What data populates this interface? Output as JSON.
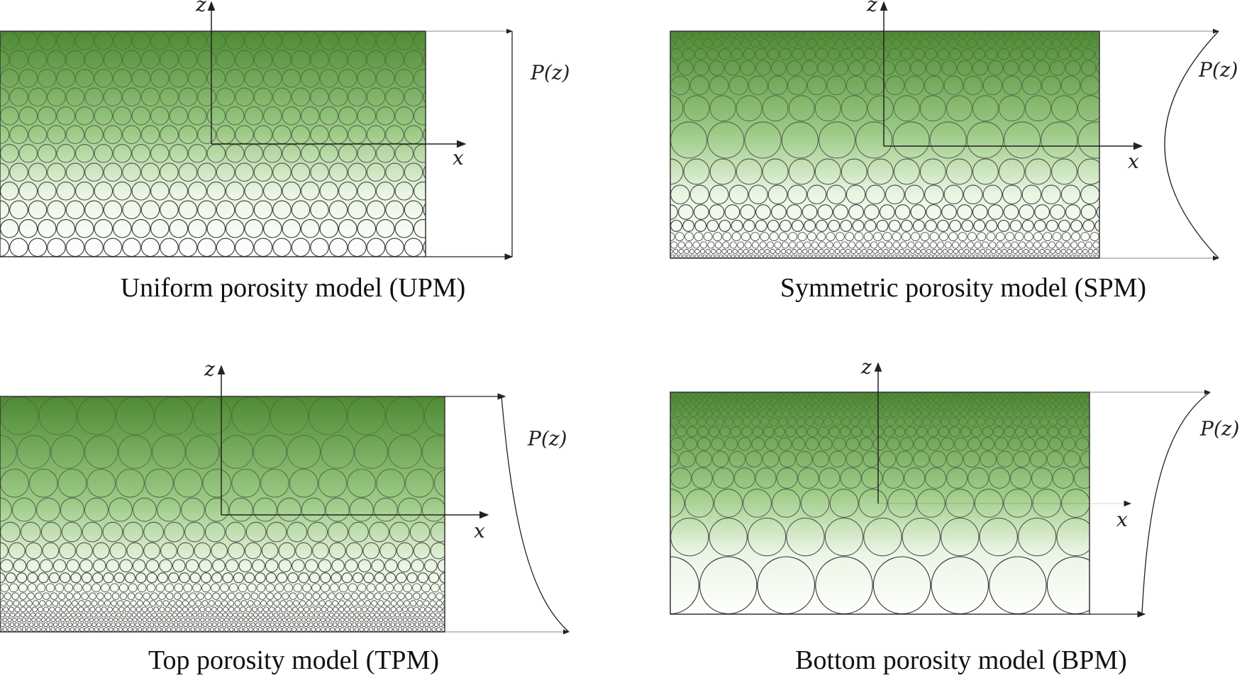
{
  "colors": {
    "green_dark": "#4e8a34",
    "green_mid": "#9dcb86",
    "green_light": "#eaf5e3",
    "outline": "#333333"
  },
  "panels": [
    {
      "id": "upm",
      "caption": "Uniform porosity model (UPM)",
      "z_label": "z",
      "x_label": "x",
      "pz_label": "P(z)",
      "pattern": "uniform",
      "profile": "uniform"
    },
    {
      "id": "spm",
      "caption": "Symmetric porosity model (SPM)",
      "z_label": "z",
      "x_label": "x",
      "pz_label": "P(z)",
      "pattern": "symmetric",
      "profile": "symmetric"
    },
    {
      "id": "tpm",
      "caption": "Top porosity model (TPM)",
      "z_label": "z",
      "x_label": "x",
      "pz_label": "P(z)",
      "pattern": "top",
      "profile": "top"
    },
    {
      "id": "bpm",
      "caption": "Bottom porosity model (BPM)",
      "z_label": "z",
      "x_label": "x",
      "pz_label": "P(z)",
      "pattern": "bottom",
      "profile": "bottom"
    }
  ]
}
